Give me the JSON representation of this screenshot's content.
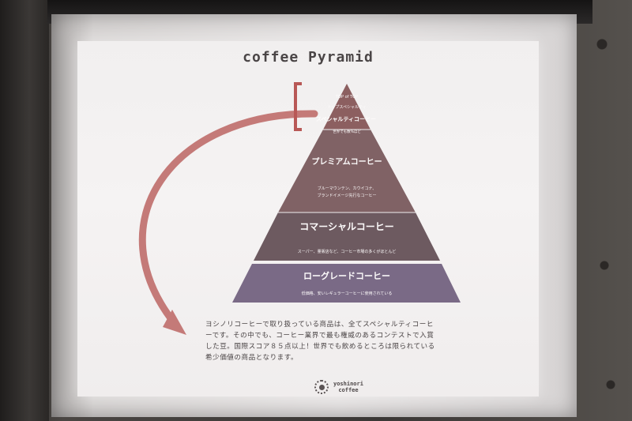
{
  "slide": {
    "title": "coffee Pyramid",
    "pyramid": {
      "tier1_label_a": "TOP of TOP",
      "tier1_label_b": "トップスペシャルティ",
      "tier1_label_c": "スペシャルティコーヒー",
      "tier1_sub": "世界でも数%ほど",
      "tier2_label": "プレミアムコーヒー",
      "tier2_sub_a": "ブルーマウンテン、カウイコナ、",
      "tier2_sub_b": "ブランドイメージ先行なコーヒー",
      "tier3_label": "コマーシャルコーヒー",
      "tier3_sub": "スーパー、量販店など、コーヒー市場の多くがほとんど",
      "tier4_label": "ローグレードコーヒー",
      "tier4_sub": "低価格、安いレギュラーコーヒーに使用されている",
      "colors": {
        "tier1": "#8c5f60",
        "tier2": "#806265",
        "tier3": "#6d5a60",
        "tier4": "#7a6a86",
        "arrow": "#c47a78",
        "bracket": "#b85856"
      }
    },
    "body_lines": [
      "ヨシノリコーヒーで取り扱っている商品は、全てスペシャルティコーヒ",
      "ーです。その中でも、コーヒー業界で最も権威のあるコンテストで入賞",
      "した豆。国際スコア８５点以上！世界でも飲めるところは限られている",
      "希少価値の商品となります。"
    ],
    "brand": {
      "line1": "yoshinori",
      "line2": "coffee",
      "icon": "sun-logo-icon"
    }
  }
}
